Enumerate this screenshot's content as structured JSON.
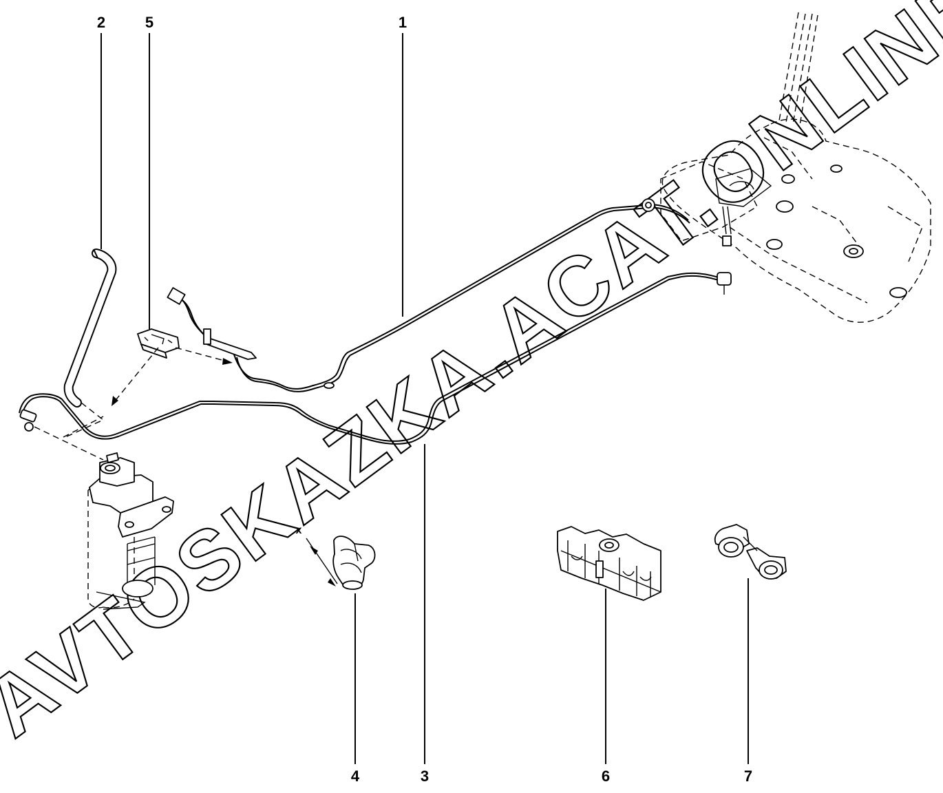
{
  "callouts": [
    {
      "id": "1",
      "label": "1"
    },
    {
      "id": "2",
      "label": "2"
    },
    {
      "id": "3",
      "label": "3"
    },
    {
      "id": "4",
      "label": "4"
    },
    {
      "id": "5",
      "label": "5"
    },
    {
      "id": "6",
      "label": "6"
    },
    {
      "id": "7",
      "label": "7"
    }
  ],
  "axis_marker": "x",
  "watermark": "AVTOSKAZKA.ACAT.ONLINE"
}
